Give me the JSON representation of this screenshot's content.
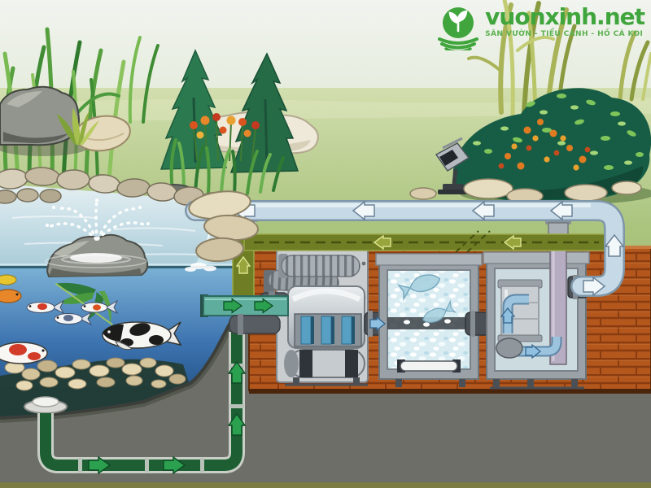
{
  "logo": {
    "brand": "vuonxinh.net",
    "tagline": "SÂN VƯỜN - TIỂU CẢNH - HỒ CÁ KOI",
    "icon": "leaf-sprout-icon"
  },
  "colors": {
    "brand_green": "#3fa53c",
    "brand_green_light": "#5bb14e",
    "pipe_blue": "#c6d9e6",
    "pipe_blue_outline": "#7f97a9",
    "arrow_white": "#f2f7fa",
    "drain_green": "#1d5f33",
    "arrow_green": "#2ba14f",
    "teal_channel": "#5fae9d",
    "olive_channel": "#6f7e24",
    "brick": "#b3571d",
    "brick_mortar": "#8a3c11",
    "water_surface": "#cfe3e9",
    "water_deep": "#1e4e8c",
    "grass": "#aac47e",
    "underground": "#6c6e67"
  },
  "scene": {
    "subject": "koi-pond-filtration-system-diagram",
    "components": [
      "pond",
      "koi-fish",
      "fountain-rock",
      "water-spray",
      "pond-coping-stones",
      "bottom-drain",
      "bottom-drain-pipe",
      "mid-water-intake",
      "waterfall",
      "filter-pit-brick-wall",
      "mechanical-filter-unit",
      "bio-media-chamber",
      "pump-uv-chamber",
      "return-pipe",
      "flow-arrows",
      "garden-spotlight",
      "ornamental-grasses",
      "conifer-shrubs",
      "flowering-bush",
      "rocks"
    ]
  }
}
